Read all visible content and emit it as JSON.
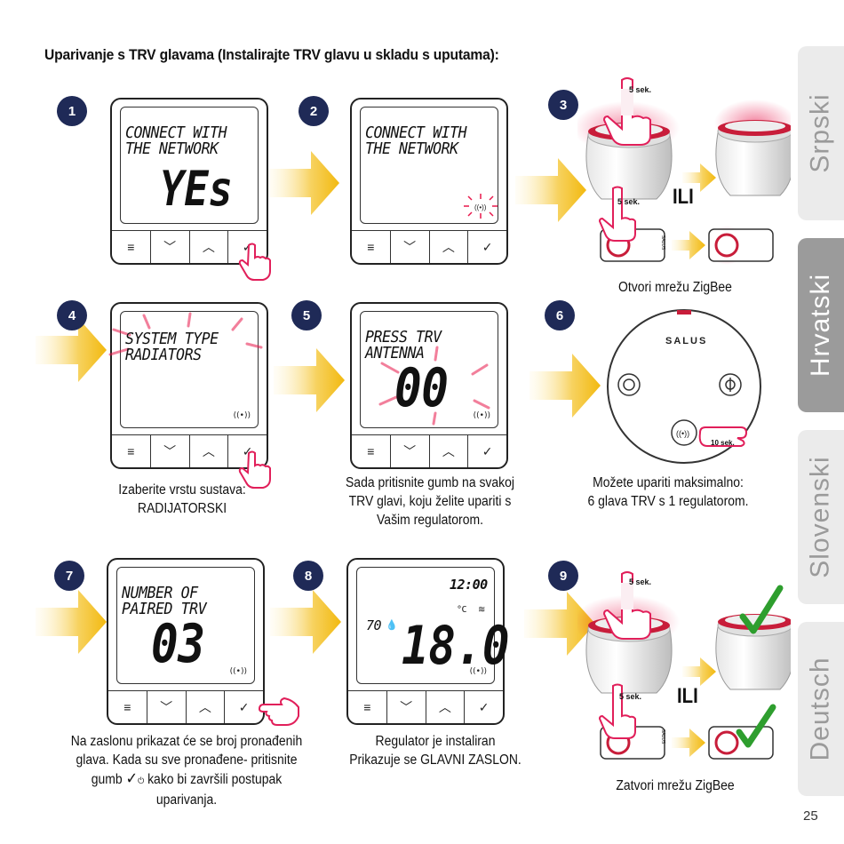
{
  "heading": "Uparivanje s TRV glavama (Instalirajte TRV glavu u skladu s uputama):",
  "steps": [
    {
      "num": "1",
      "line1": "CONNECT WITH",
      "line2": "THE NETWORK",
      "big": "YEs"
    },
    {
      "num": "2",
      "line1": "CONNECT WITH",
      "line2": "THE NETWORK"
    },
    {
      "num": "3",
      "press_label": "5 sek.",
      "press_label2": "5 sek.",
      "or_label": "ILI",
      "caption": "Otvori mrežu ZigBee",
      "brand_small": "SALUS"
    },
    {
      "num": "4",
      "line1": "SYSTEM TYPE",
      "line2": "RADIATORS",
      "caption1": "Izaberite vrstu sustava:",
      "caption2": "RADIJATORSKI"
    },
    {
      "num": "5",
      "line1": "PRESS TRV",
      "line2": "ANTENNA",
      "big": "00",
      "caption1": "Sada pritisnite gumb na svakoj",
      "caption2": "TRV glavi, koju želite upariti s",
      "caption3": "Vašim regulatorom."
    },
    {
      "num": "6",
      "brand": "SALUS",
      "press_label": "10 sek.",
      "caption1": "Možete upariti maksimalno:",
      "caption2": "6 glava TRV s 1 regulatorom."
    },
    {
      "num": "7",
      "line1": "NUMBER OF",
      "line2": "PAIRED TRV",
      "big": "03",
      "caption1": "Na zaslonu prikazat će se broj pronađenih",
      "caption2": "glava. Kada su sve pronađene- pritisnite",
      "caption3a": "gumb",
      "caption3b": "kako bi završili postupak",
      "caption4": "uparivanja."
    },
    {
      "num": "8",
      "time": "12:00",
      "humidity": "70",
      "unit": "°C",
      "big": "18.0",
      "caption1": "Regulator je instaliran",
      "caption2": "Prikazuje se GLAVNI ZASLON."
    },
    {
      "num": "9",
      "press_label": "5 sek.",
      "press_label2": "5 sek.",
      "or_label": "ILI",
      "caption": "Zatvori mrežu ZigBee",
      "brand_small": "SALUS"
    }
  ],
  "buttons": {
    "menu": "≡",
    "down": "﹀",
    "up": "︿",
    "ok": "✓"
  },
  "tabs": [
    "Srpski",
    "Hrvatski",
    "Slovenski",
    "Deutsch"
  ],
  "active_tab": "Hrvatski",
  "page_number": "25",
  "colors": {
    "badge": "#1f2a57",
    "arrow": "#f4c842",
    "flash": "#e8174b",
    "check": "#2e9e2e",
    "tab_active": "#9b9b9b",
    "tab_inactive": "#ebebeb"
  }
}
